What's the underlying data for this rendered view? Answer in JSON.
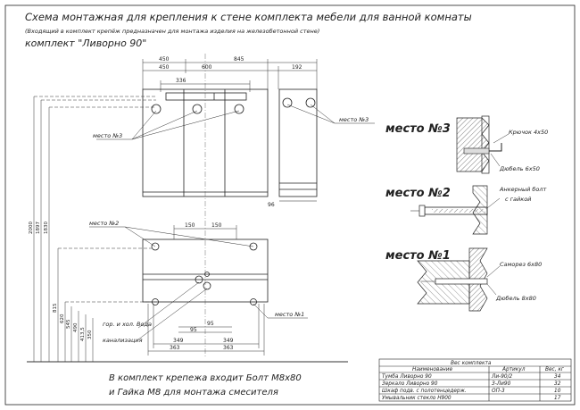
{
  "header": {
    "title": "Схема монтажная для крепления к стене комплекта мебели для ванной комнаты",
    "subtitle": "(Входящий в комплект крепёж предназначен для монтажа изделия на железобетонной стене)",
    "set_name": "комплект \"Ливорно 90\""
  },
  "dimensions": {
    "top_row1": [
      "450",
      "845"
    ],
    "top_row2": [
      "450",
      "600",
      "192"
    ],
    "top_336": "336",
    "depth_96": "96",
    "d150_left": "150",
    "d150_right": "150",
    "d95_a": "95",
    "d95_b": "95",
    "d349_left": "349",
    "d349_right": "349",
    "d363_left": "363",
    "d363_right": "363",
    "vertical": [
      "2000",
      "1897",
      "1830",
      "815",
      "620",
      "545",
      "490",
      "413,5",
      "350"
    ]
  },
  "labels": {
    "place3_left": "место №3",
    "place3_right": "место №3",
    "place2": "место №2",
    "place1": "место №1",
    "water": "гор. и хол. Вода",
    "sewer": "канализация"
  },
  "details": {
    "place3": {
      "title": "место №3",
      "hook": "Крючок 4x50",
      "dowel": "Дюбель 6x50"
    },
    "place2": {
      "title": "место №2",
      "bolt": "Анкерный болт",
      "nut": "с гайкой"
    },
    "place1": {
      "title": "место №1",
      "screw": "Саморез 6x80",
      "dowel": "Дюбель 8x80"
    }
  },
  "note": {
    "line1": "В комплект крепежа входит Болт М8x80",
    "line2": "и Гайка М8 для монтажа смесителя"
  },
  "weight_table": {
    "title": "Вес комплекта",
    "headers": [
      "Наименование",
      "Артикул",
      "Вес, кг"
    ],
    "rows": [
      [
        "Тумба Ливорно 90",
        "Ли-90/2",
        "34"
      ],
      [
        "Зеркало Ливорно 90",
        "З-Ли90",
        "32"
      ],
      [
        "Шкаф подв. с полотенцедерж.",
        "ОП-3",
        "10"
      ],
      [
        "Умывальник стекло Н900",
        "",
        "17"
      ]
    ]
  }
}
